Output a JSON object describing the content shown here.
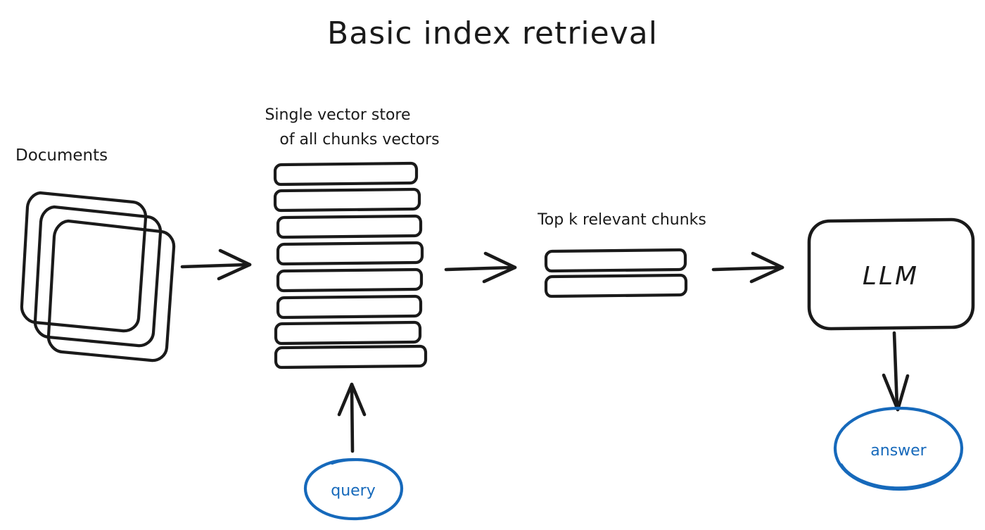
{
  "diagram": {
    "title": "Basic index retrieval",
    "background_color": "#ffffff",
    "ink_color": "#1a1a1a",
    "accent_color": "#1669bb",
    "style": "hand-drawn whiteboard sketch"
  },
  "labels": {
    "documents": "Documents",
    "vector_store_line1": "Single vector store",
    "vector_store_line2": "of all chunks vectors",
    "top_k": "Top k relevant chunks",
    "llm": "LLM",
    "query": "query",
    "answer": "answer"
  },
  "nodes": [
    {
      "id": "documents",
      "label": "Documents",
      "shape": "stacked-rounded-squares",
      "count": 3,
      "color": "#1a1a1a"
    },
    {
      "id": "vector-store",
      "label": "Single vector store of all chunks vectors",
      "shape": "stack-of-bars",
      "count": 8,
      "color": "#1a1a1a"
    },
    {
      "id": "top-k-chunks",
      "label": "Top k relevant chunks",
      "shape": "stack-of-bars",
      "count": 2,
      "color": "#1a1a1a"
    },
    {
      "id": "llm",
      "label": "LLM",
      "shape": "rounded-rectangle",
      "color": "#1a1a1a"
    },
    {
      "id": "query",
      "label": "query",
      "shape": "ellipse",
      "color": "#1669bb"
    },
    {
      "id": "answer",
      "label": "answer",
      "shape": "ellipse",
      "color": "#1669bb"
    }
  ],
  "edges": [
    {
      "id": "documents-to-vector-store",
      "from": "documents",
      "to": "vector-store",
      "direction": "right",
      "color": "#1a1a1a"
    },
    {
      "id": "vector-store-to-top-k",
      "from": "vector-store",
      "to": "top-k-chunks",
      "direction": "right",
      "color": "#1a1a1a"
    },
    {
      "id": "top-k-to-llm",
      "from": "top-k-chunks",
      "to": "llm",
      "direction": "right",
      "color": "#1a1a1a"
    },
    {
      "id": "query-to-vector-store",
      "from": "query",
      "to": "vector-store",
      "direction": "up",
      "color": "#1a1a1a"
    },
    {
      "id": "llm-to-answer",
      "from": "llm",
      "to": "answer",
      "direction": "down",
      "color": "#1a1a1a"
    }
  ]
}
